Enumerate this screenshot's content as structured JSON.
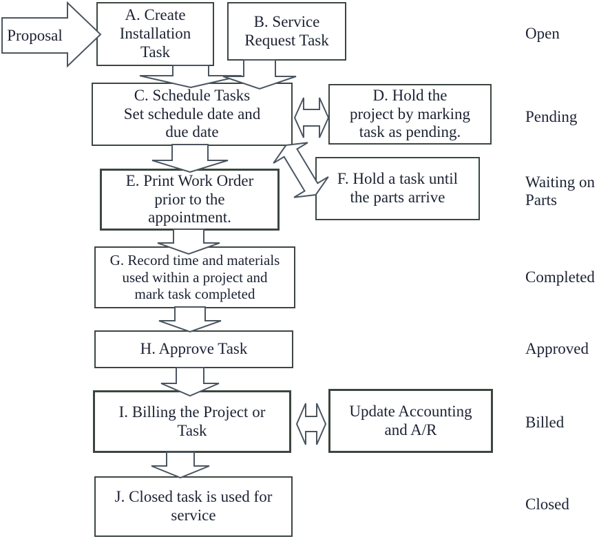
{
  "flowchart": {
    "proposal_label": "Proposal",
    "boxes": {
      "a": "A. Create\nInstallation\nTask",
      "b": "B. Service\nRequest Task",
      "c": "C. Schedule Tasks\nSet schedule date and\ndue date",
      "d": "D. Hold the\nproject by marking\ntask as pending.",
      "e": "E. Print Work Order\nprior to the\nappointment.",
      "f": "F. Hold a task until\nthe parts arrive",
      "g": "G. Record time and materials\nused within a project and\nmark task completed",
      "h": "H. Approve Task",
      "i": "I. Billing the Project or\nTask",
      "update_accounting": "Update Accounting\nand A/R",
      "j": "J. Closed task is used for\nservice"
    },
    "statuses": {
      "open": "Open",
      "pending": "Pending",
      "waiting_on_parts": "Waiting on\nParts",
      "completed": "Completed",
      "approved": "Approved",
      "billed": "Billed",
      "closed": "Closed"
    },
    "colors": {
      "box_border": "#3b463e",
      "arrow_stroke": "#4a5560",
      "text": "#1c2233",
      "background": "#ffffff"
    }
  }
}
